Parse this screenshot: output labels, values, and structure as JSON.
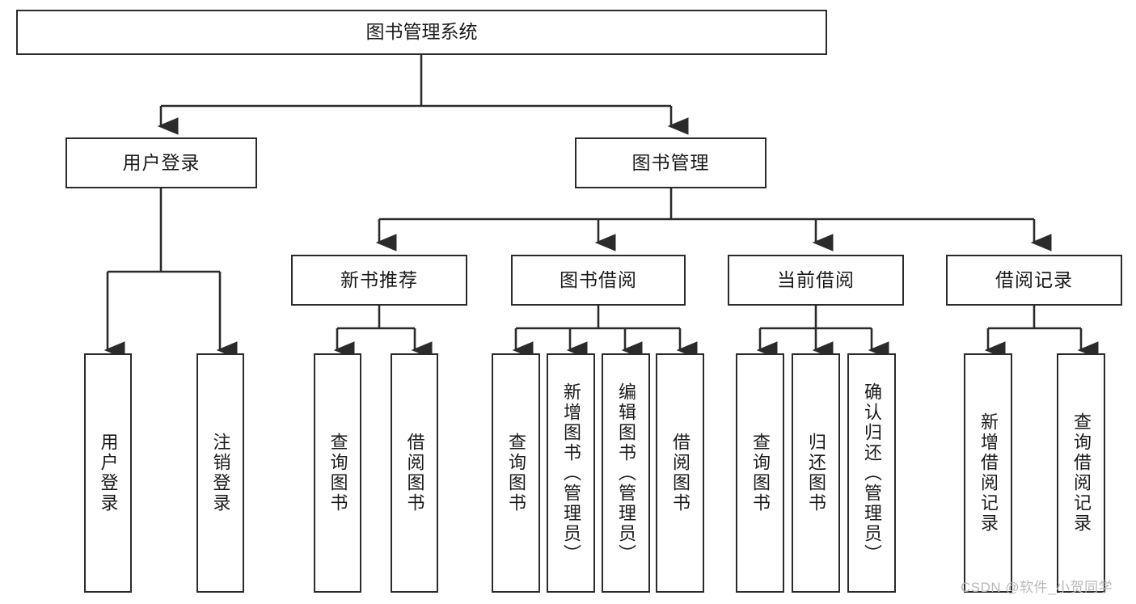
{
  "diagram": {
    "title": "图书管理系统",
    "type": "tree",
    "root": {
      "id": "root",
      "label": "图书管理系统"
    },
    "level2": [
      {
        "id": "user-login",
        "label": "用户登录"
      },
      {
        "id": "book-manage",
        "label": "图书管理"
      }
    ],
    "level3": [
      {
        "id": "new-book-recommend",
        "label": "新书推荐",
        "parent": "book-manage"
      },
      {
        "id": "book-borrow",
        "label": "图书借阅",
        "parent": "book-manage"
      },
      {
        "id": "current-borrow",
        "label": "当前借阅",
        "parent": "book-manage"
      },
      {
        "id": "borrow-record",
        "label": "借阅记录",
        "parent": "book-manage"
      }
    ],
    "leaves": {
      "user-login": [
        {
          "id": "leaf-user-login",
          "label": "用户登录"
        },
        {
          "id": "leaf-logout-login",
          "label": "注销登录"
        }
      ],
      "new-book-recommend": [
        {
          "id": "leaf-query-book-1",
          "label": "查询图书"
        },
        {
          "id": "leaf-borrow-book-1",
          "label": "借阅图书"
        }
      ],
      "book-borrow": [
        {
          "id": "leaf-query-book-2",
          "label": "查询图书"
        },
        {
          "id": "leaf-add-book",
          "label": "新增图书（管理员）"
        },
        {
          "id": "leaf-edit-book",
          "label": "编辑图书（管理员）"
        },
        {
          "id": "leaf-borrow-book-2",
          "label": "借阅图书"
        }
      ],
      "current-borrow": [
        {
          "id": "leaf-query-book-3",
          "label": "查询图书"
        },
        {
          "id": "leaf-return-book",
          "label": "归还图书"
        },
        {
          "id": "leaf-confirm-return",
          "label": "确认归还（管理员）"
        }
      ],
      "borrow-record": [
        {
          "id": "leaf-add-record",
          "label": "新增借阅记录"
        },
        {
          "id": "leaf-query-record",
          "label": "查询借阅记录"
        }
      ]
    }
  },
  "watermark": {
    "text": "CSDN @软件_小贺同学"
  },
  "colors": {
    "stroke": "#2b2b2b",
    "fill": "#ffffff",
    "text": "#1a1a1a",
    "watermark": "#b9b9b9"
  }
}
